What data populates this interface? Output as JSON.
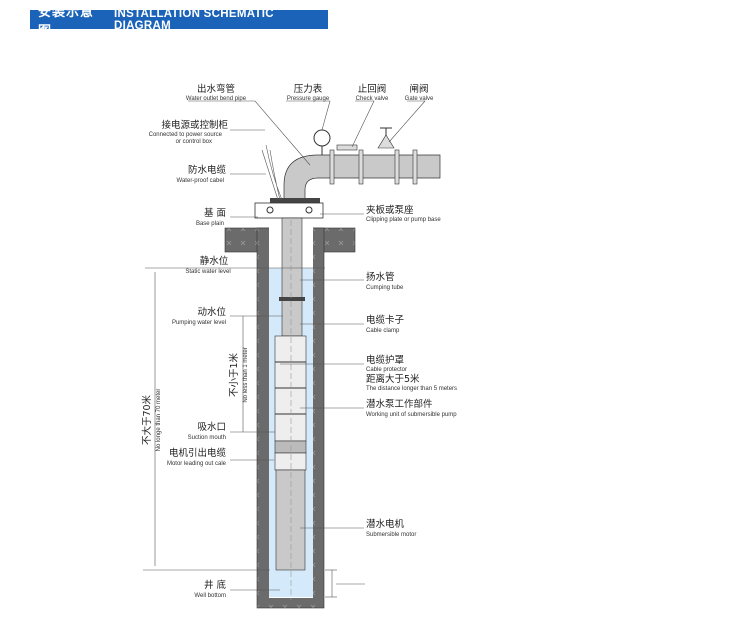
{
  "header": {
    "title_zh": "安装示意图",
    "title_en": "INSTALLATION SCHEMATIC DIAGRAM"
  },
  "labels": {
    "outlet": {
      "zh": "出水弯管",
      "en": "Water outlet bend pipe"
    },
    "gauge": {
      "zh": "压力表",
      "en": "Pressure gauge"
    },
    "check": {
      "zh": "止回阀",
      "en": "Check valve"
    },
    "gate": {
      "zh": "闸阀",
      "en": "Gate valve"
    },
    "power": {
      "zh": "接电源或控制柜",
      "en1": "Connected to power source",
      "en2": "or control box"
    },
    "cable": {
      "zh": "防水电缆",
      "en": "Water-proof cabel"
    },
    "base": {
      "zh": "基  面",
      "en": "Base plain"
    },
    "plate": {
      "zh": "夹板或泵座",
      "en": "Clipping plate or pump base"
    },
    "static": {
      "zh": "静水位",
      "en": "Static water level"
    },
    "tube": {
      "zh": "扬水管",
      "en": "Cumping tube"
    },
    "pumping": {
      "zh": "动水位",
      "en": "Pumping water level"
    },
    "clamp": {
      "zh": "电缆卡子",
      "en": "Cable clamp"
    },
    "protector": {
      "zh": "电缆护罩",
      "en": "Cable protector",
      "zh2": "距离大于5米",
      "en2": "The distance longer than 5 meters"
    },
    "unit": {
      "zh": "潜水泵工作部件",
      "en": "Working unit of submersible pump"
    },
    "suction": {
      "zh": "吸水口",
      "en": "Suction mouth"
    },
    "motor_cable": {
      "zh": "电机引出电缆",
      "en": "Motor leading out cale"
    },
    "motor": {
      "zh": "潜水电机",
      "en": "Submersible motor"
    },
    "bottom": {
      "zh": "井  底",
      "en": "Well bottom"
    },
    "dim70": {
      "zh": "不大于70米",
      "en": "No longe than 70 meter"
    },
    "dim1": {
      "zh": "不小于1米",
      "en": "No less than 1 meter"
    }
  },
  "colors": {
    "header": "#1a63b8",
    "water": "#d4eafa",
    "concrete": "#6b6b6b",
    "pipe": "#c9c9c9"
  }
}
